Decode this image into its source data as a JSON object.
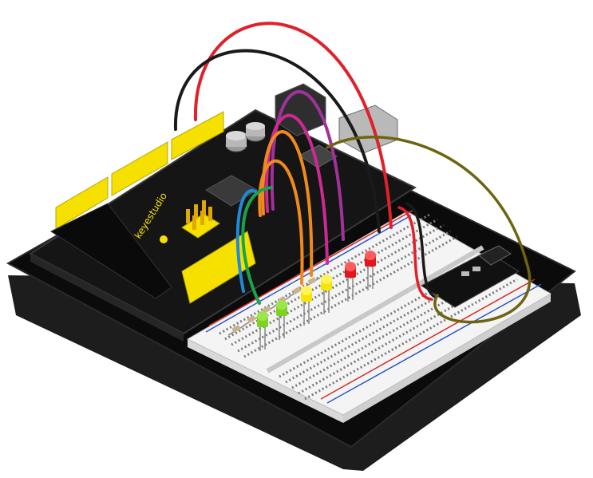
{
  "board": {
    "brand_label": "keyestudio"
  },
  "colors": {
    "base_black": "#0b0b0b",
    "base_edge": "#1d1d1d",
    "board_black": "#151515",
    "header_yellow": "#f5e000",
    "breadboard_white": "#f4f4f4",
    "breadboard_rail_red": "#d62a2a",
    "breadboard_rail_blue": "#2b58c9",
    "wire_red": "#e0202a",
    "wire_black": "#1a1a1a",
    "wire_purple": "#a0329a",
    "wire_magenta": "#cc2a92",
    "wire_orange": "#f08a1c",
    "wire_blue": "#1f8ad8",
    "wire_green": "#1aa34a",
    "wire_olive": "#6e6410",
    "led_red": "#e3161c",
    "led_yellow": "#f6e500",
    "led_green": "#7ed321"
  },
  "components": {
    "leds": [
      {
        "color": "green"
      },
      {
        "color": "green"
      },
      {
        "color": "yellow"
      },
      {
        "color": "yellow"
      },
      {
        "color": "red"
      },
      {
        "color": "red"
      }
    ],
    "resistors": 6,
    "wires": [
      "red",
      "black",
      "purple",
      "magenta",
      "orange",
      "orange",
      "blue",
      "green",
      "olive"
    ],
    "module": "sensor-module"
  }
}
